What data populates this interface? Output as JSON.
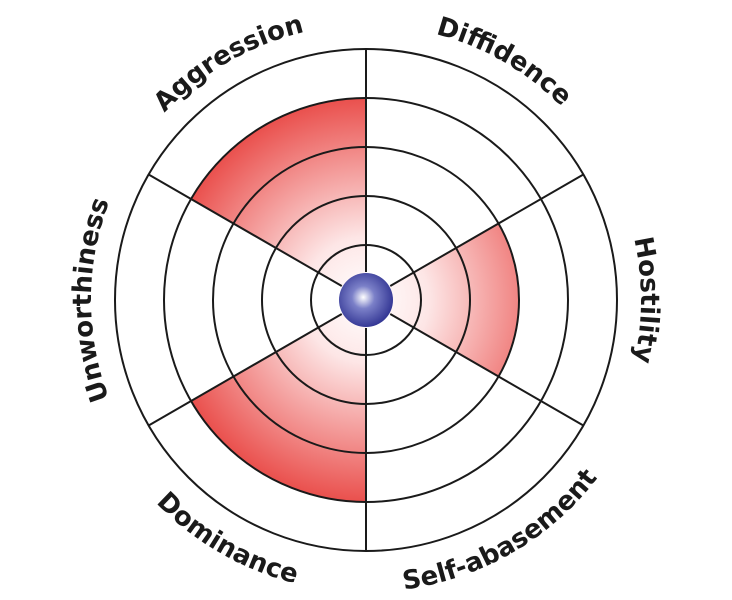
{
  "diagram": {
    "max_level": 5,
    "fill_color": "#e31b17",
    "center_color": "#2c2f8f",
    "segments": [
      {
        "label": "Diffidence",
        "level": 0
      },
      {
        "label": "Hostility",
        "level": 3
      },
      {
        "label": "Self-abasement",
        "level": 0
      },
      {
        "label": "Dominance",
        "level": 4
      },
      {
        "label": "Unworthiness",
        "level": 0
      },
      {
        "label": "Aggression",
        "level": 4
      }
    ]
  }
}
